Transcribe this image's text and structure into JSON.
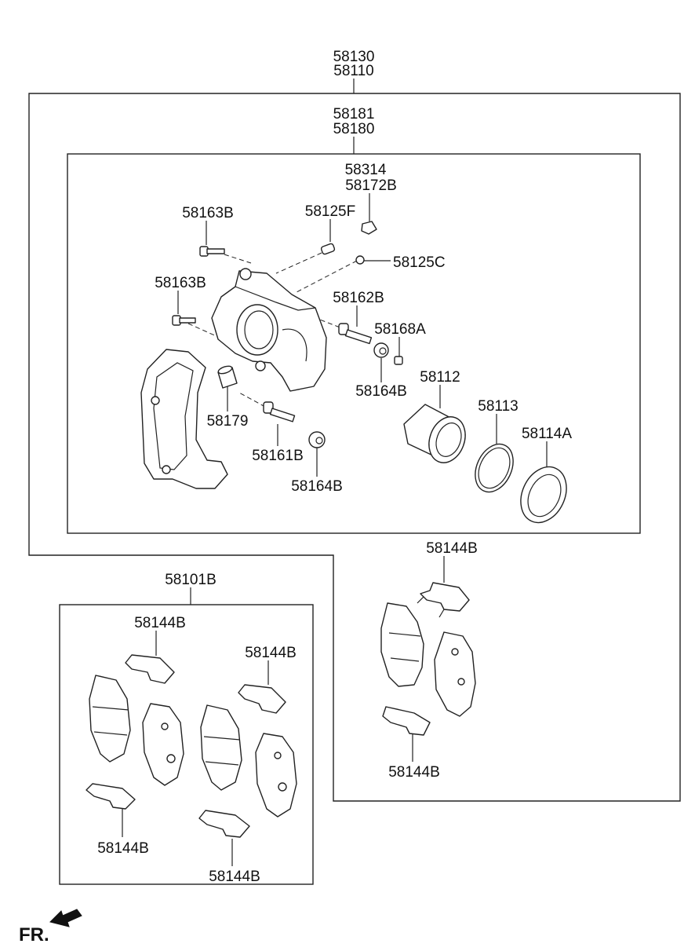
{
  "labels": {
    "l58130": "58130",
    "l58110": "58110",
    "l58181": "58181",
    "l58180": "58180",
    "l58314": "58314",
    "l58172B": "58172B",
    "l58163B_top": "58163B",
    "l58125F": "58125F",
    "l58125C": "58125C",
    "l58163B_mid": "58163B",
    "l58162B": "58162B",
    "l58168A": "58168A",
    "l58164B_a": "58164B",
    "l58112": "58112",
    "l58113": "58113",
    "l58114A": "58114A",
    "l58179": "58179",
    "l58161B": "58161B",
    "l58164B_b": "58164B",
    "l58144B_r_top": "58144B",
    "l58144B_r_bot": "58144B",
    "l58101B": "58101B",
    "l58144B_l1": "58144B",
    "l58144B_l2": "58144B",
    "l58144B_l3": "58144B",
    "l58144B_l4": "58144B",
    "fr": "FR."
  }
}
